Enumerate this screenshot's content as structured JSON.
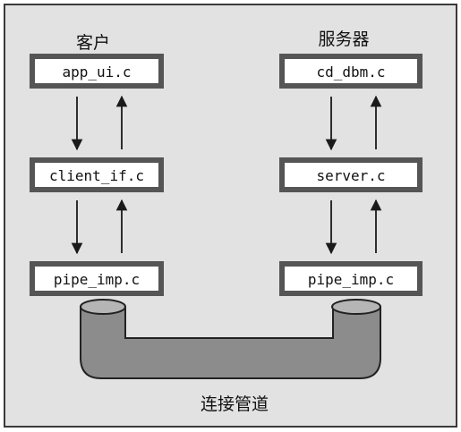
{
  "client": {
    "title": "客户",
    "modules": [
      "app_ui.c",
      "client_if.c",
      "pipe_imp.c"
    ]
  },
  "server": {
    "title": "服务器",
    "modules": [
      "cd_dbm.c",
      "server.c",
      "pipe_imp.c"
    ]
  },
  "pipe_label": "连接管道",
  "colors": {
    "panel_bg": "#e2e2e2",
    "panel_border": "#3a3a3a",
    "box_border": "#2a2a2a",
    "box_fill": "#ffffff",
    "pipe_fill": "#8c8c8c",
    "pipe_end": "#b5b5b5",
    "arrow": "#1a1a1a",
    "text": "#111111"
  }
}
